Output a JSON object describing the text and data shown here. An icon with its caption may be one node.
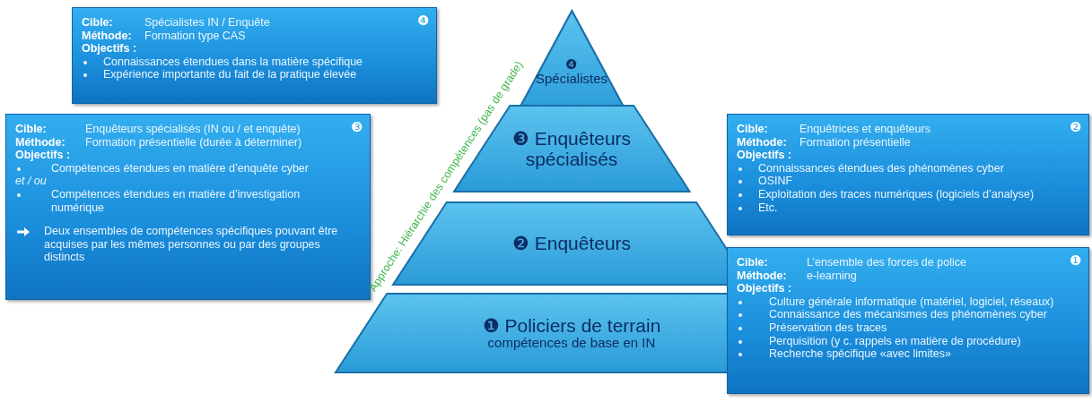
{
  "diagram": {
    "nodes": [
      {
        "text": [
          "❹ Spécialistes"
        ]
      },
      {
        "text": [
          "❸ Enquêteurs spécialisés"
        ]
      },
      {
        "text": [
          "❷ Enquêteurs"
        ]
      },
      {
        "text": [
          "❶ Policiers de terrain",
          "compétences de base en IN"
        ]
      },
      {
        "text": [
          "Cible:",
          "Spécialistes IN / Enquête",
          "Méthode:",
          "Formation type CAS",
          "Objectifs :",
          "Connaissances étendues dans la matière spécifique",
          "Expérience importante du fait de la pratique élevée",
          "❹"
        ]
      },
      {
        "text": [
          "Cible:",
          "Enquêteurs spécialisés (IN ou / et enquête)",
          "Méthode:",
          "Formation présentielle (durée à déterminer)",
          "Objectifs :",
          "Compétences étendues en matière d’enquête cyber",
          "et / ou",
          "Compétences étendues en matière d’investigation numérique",
          "Deux ensembles de compétences spécifiques pouvant être acquises par les mêmes personnes ou par des groupes distincts",
          "❸"
        ]
      },
      {
        "text": [
          "Cible:",
          "Enquêtrices et enquêteurs",
          "Méthode:",
          "Formation présentielle",
          "Objectifs :",
          "Connaissances étendues des phénomènes cyber",
          "OSINF",
          "Exploitation des traces numériques (logiciels d’analyse)",
          "Etc.",
          "❷"
        ]
      },
      {
        "text": [
          "Cible:",
          "L’ensemble des forces de police",
          "Méthode:",
          "e-learning",
          "Objectifs :",
          "Culture générale informatique (matériel, logiciel, réseaux)",
          "Connaissance des mécanismes des phénomènes cyber",
          "Préservation des traces",
          "Perquisition (y c. rappels en matière de procédure)",
          "Recherche spécifique «avec limites»",
          "❶"
        ]
      }
    ],
    "labels": [
      "Approche: Hiérarchie des compétences (pas de grade)"
    ]
  }
}
